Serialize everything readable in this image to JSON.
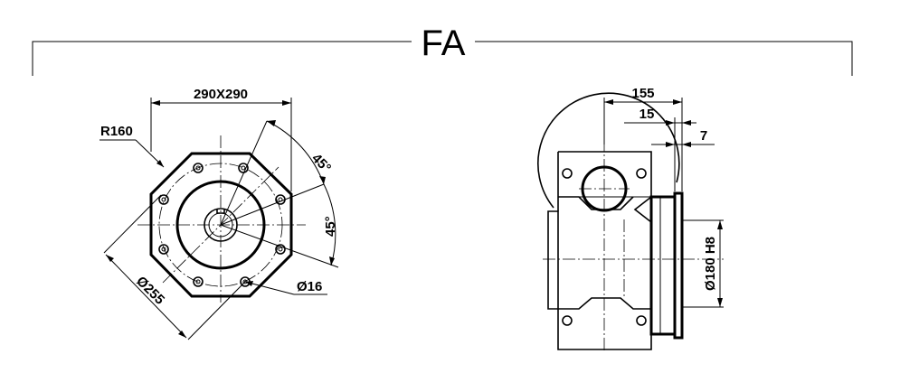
{
  "title": "FA",
  "front_view": {
    "square_dim": "290X290",
    "radius_dim": "R160",
    "angle_top": "45°",
    "angle_side": "45°",
    "pcd_dim": "Ø255",
    "hole_dim": "Ø16"
  },
  "side_view": {
    "overall_dim": "155",
    "flange_dim": "15",
    "spigot_dim": "7",
    "bore_dim": "Ø180 H8"
  }
}
